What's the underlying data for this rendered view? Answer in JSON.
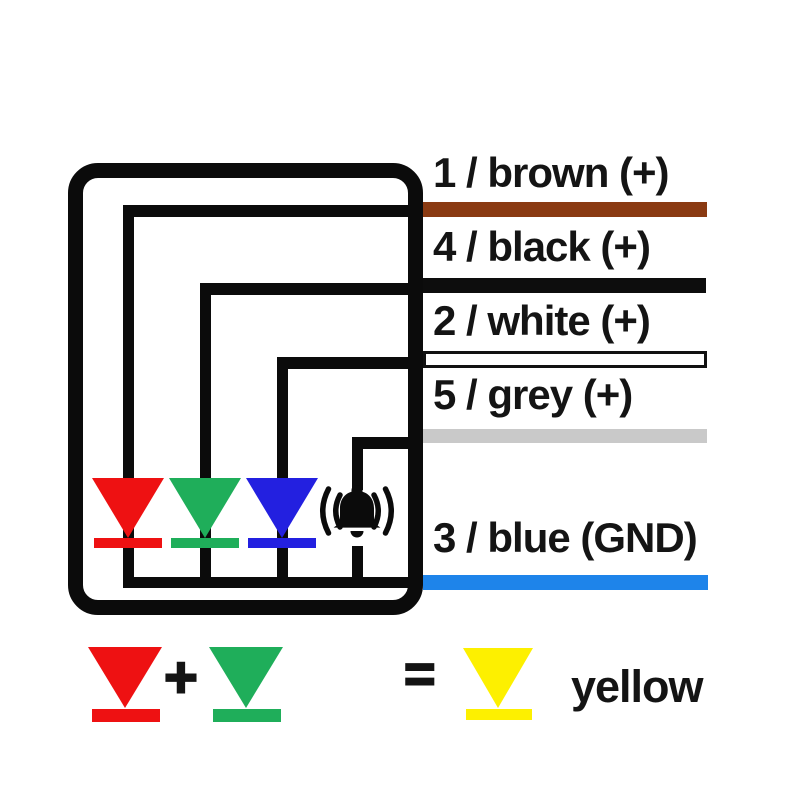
{
  "device": {
    "leds": [
      {
        "id": "red-led",
        "hex": "#ee1112"
      },
      {
        "id": "green-led",
        "hex": "#1fae5a"
      },
      {
        "id": "blue-led",
        "hex": "#2320e0"
      }
    ],
    "buzzer": {
      "id": "buzzer",
      "hex": "#0b0b0b"
    }
  },
  "pinout": [
    {
      "pin": "1",
      "wire": "brown",
      "role": "(+)",
      "label": "1 / brown (+)",
      "hex": "#8a3a12"
    },
    {
      "pin": "4",
      "wire": "black",
      "role": "(+)",
      "label": "4 / black (+)",
      "hex": "#0d0d0d"
    },
    {
      "pin": "2",
      "wire": "white",
      "role": "(+)",
      "label": "2 / white (+)",
      "hex": "#ffffff"
    },
    {
      "pin": "5",
      "wire": "grey",
      "role": "(+)",
      "label": "5 / grey (+)",
      "hex": "#c9c9c9"
    },
    {
      "pin": "3",
      "wire": "blue",
      "role": "(GND)",
      "label": "3 / blue (GND)",
      "hex": "#1e84ea"
    }
  ],
  "legend": {
    "operator_plus": "+",
    "operator_equals": "=",
    "result_label": "yellow",
    "red_hex": "#ee1112",
    "green_hex": "#1fae5a",
    "yellow_hex": "#fdf000"
  }
}
